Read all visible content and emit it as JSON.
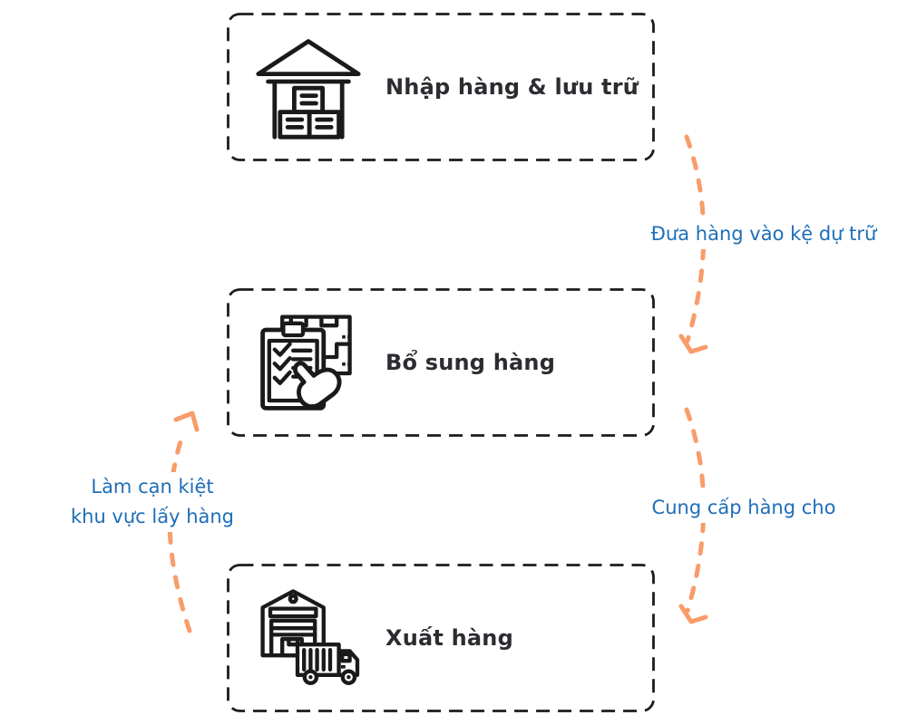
{
  "colors": {
    "background": "#ffffff",
    "box_border": "#1c1c1e",
    "box_text": "#2b2d31",
    "arrow_orange": "#f89c6b",
    "label_blue": "#1e6eb8",
    "icon_black": "#1a1a1a"
  },
  "boxes": [
    {
      "label": "Nhập hàng & lưu trữ",
      "icon": "warehouse-icon"
    },
    {
      "label": "Bổ sung hàng",
      "icon": "replenishment-checklist-icon"
    },
    {
      "label": "Xuất hàng",
      "icon": "truck-loading-icon"
    }
  ],
  "arrows": [
    {
      "from": "Nhập hàng & lưu trữ",
      "to": "Bổ sung hàng",
      "label_lines": [
        "Đưa hàng vào kệ dự trữ"
      ]
    },
    {
      "from": "Bổ sung hàng",
      "to": "Xuất hàng",
      "label_lines": [
        "Cung cấp hàng cho"
      ]
    },
    {
      "from": "Xuất hàng",
      "to": "Bổ sung hàng",
      "label_lines": [
        "Làm cạn kiệt",
        "khu vực lấy hàng"
      ]
    }
  ]
}
